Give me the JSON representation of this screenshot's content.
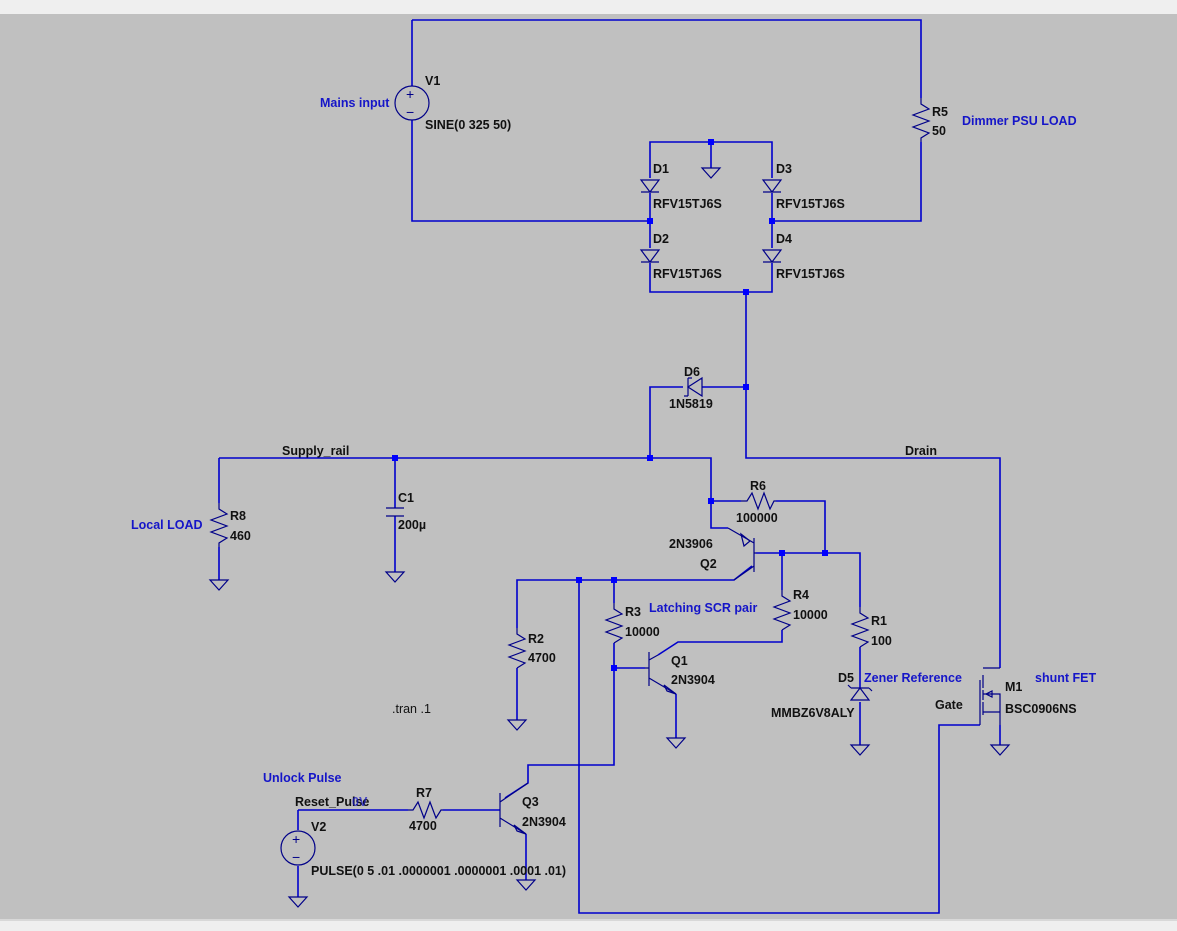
{
  "app": {
    "view": "LTspice schematic"
  },
  "components": {
    "V1": {
      "ref": "V1",
      "value": "SINE(0 325 50)",
      "comment": "Mains input"
    },
    "V2": {
      "ref": "V2",
      "value": "PULSE(0 5 .01 .0000001 .0000001 .0001 .01)",
      "comment": "Unlock Pulse"
    },
    "R1": {
      "ref": "R1",
      "value": "100"
    },
    "R2": {
      "ref": "R2",
      "value": "4700"
    },
    "R3": {
      "ref": "R3",
      "value": "10000"
    },
    "R4": {
      "ref": "R4",
      "value": "10000"
    },
    "R5": {
      "ref": "R5",
      "value": "50",
      "comment": "Dimmer PSU LOAD"
    },
    "R6": {
      "ref": "R6",
      "value": "100000"
    },
    "R7": {
      "ref": "R7",
      "value": "4700"
    },
    "R8": {
      "ref": "R8",
      "value": "460",
      "comment": "Local LOAD"
    },
    "C1": {
      "ref": "C1",
      "value": "200µ"
    },
    "D1": {
      "ref": "D1",
      "value": "RFV15TJ6S"
    },
    "D2": {
      "ref": "D2",
      "value": "RFV15TJ6S"
    },
    "D3": {
      "ref": "D3",
      "value": "RFV15TJ6S"
    },
    "D4": {
      "ref": "D4",
      "value": "RFV15TJ6S"
    },
    "D5": {
      "ref": "D5",
      "value": "MMBZ6V8ALY",
      "comment": "Zener Reference"
    },
    "D6": {
      "ref": "D6",
      "value": "1N5819"
    },
    "Q1": {
      "ref": "Q1",
      "value": "2N3904"
    },
    "Q2": {
      "ref": "Q2",
      "value": "2N3906"
    },
    "Q3": {
      "ref": "Q3",
      "value": "2N3904"
    },
    "M1": {
      "ref": "M1",
      "value": "BSC0906NS",
      "comment": "shunt FET"
    }
  },
  "nets": {
    "supply_rail": "Supply_rail",
    "drain": "Drain",
    "gate": "Gate",
    "reset_pulse": "Reset_Pulse",
    "overlap_label": "0V"
  },
  "comments": {
    "latching": "Latching SCR pair"
  },
  "directives": {
    "tran": ".tran .1"
  },
  "symbols": {
    "plus": "+",
    "minus": "−"
  }
}
